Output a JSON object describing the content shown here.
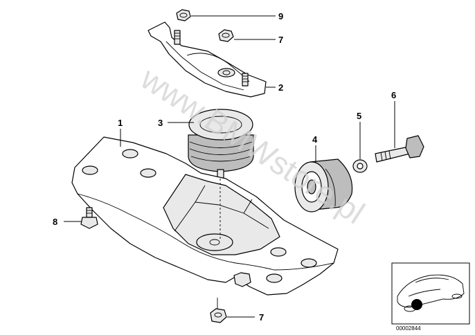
{
  "callouts": {
    "c1": "1",
    "c2": "2",
    "c3": "3",
    "c4": "4",
    "c5": "5",
    "c6": "6",
    "c7a": "7",
    "c7b": "7",
    "c8": "8",
    "c9": "9"
  },
  "watermark": "www.BMWstore.pl",
  "reference_inset": {
    "id": "00002844"
  }
}
